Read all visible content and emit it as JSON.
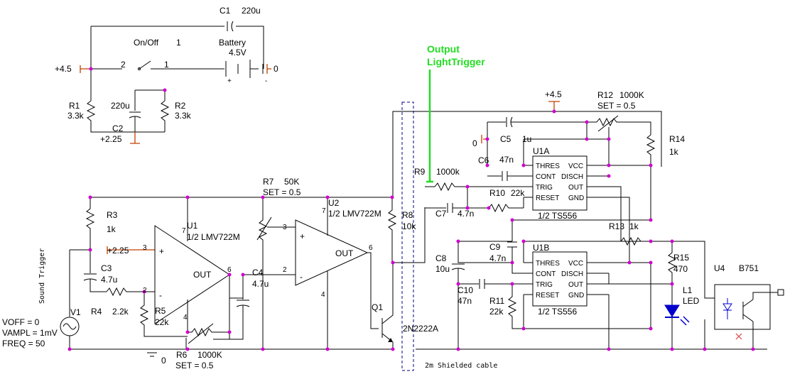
{
  "components": {
    "c1": {
      "ref": "C1",
      "value": "220u"
    },
    "onoff": {
      "ref": "On/Off",
      "value": "1",
      "pin2": "2",
      "pin1": "1"
    },
    "battery": {
      "ref": "Battery",
      "value": "4.5V",
      "plus": "+",
      "minus": "-"
    },
    "supply_top": "+4.5",
    "gnd_top": "0",
    "r1": {
      "ref": "R1",
      "value": "3.3k"
    },
    "r2": {
      "ref": "R2",
      "value": "3.3k"
    },
    "c2": {
      "ref": "C2",
      "value": "220u"
    },
    "half_supply_top": "+2.25",
    "output_label": [
      "Output",
      "LightTrigger"
    ],
    "r3": {
      "ref": "R3",
      "value": "1k"
    },
    "half_supply_u1": "+2.25",
    "c3": {
      "ref": "C3",
      "value": "4.7u"
    },
    "r4": {
      "ref": "R4",
      "value": "2.2k"
    },
    "r5": {
      "ref": "R5",
      "value": "22k"
    },
    "r6": {
      "ref": "R6",
      "value": "1000K",
      "set": "SET = 0.5"
    },
    "gnd_bottom": "0",
    "u1": {
      "ref": "U1",
      "part": "1/2 LMV722M",
      "out": "OUT",
      "pins": [
        "3",
        "2",
        "6",
        "4",
        "7"
      ]
    },
    "c4": {
      "ref": "C4",
      "value": "4.7u"
    },
    "r7": {
      "ref": "R7",
      "value": "50K",
      "set": "SET = 0.5"
    },
    "u2": {
      "ref": "U2",
      "part": "1/2 LMV722M",
      "out": "OUT",
      "pins": [
        "3",
        "2",
        "6",
        "4",
        "7"
      ]
    },
    "r8": {
      "ref": "R8",
      "value": "10k"
    },
    "q1": {
      "ref": "Q1",
      "part": "2N2222A"
    },
    "v1": {
      "ref": "V1",
      "params": [
        "VOFF = 0",
        "VAMPL = 1mV",
        "FREQ = 50"
      ],
      "side": "Sound Trigger"
    },
    "cable": "2m Shielded cable",
    "r9": {
      "ref": "R9",
      "value": "1000k"
    },
    "c7": {
      "ref": "C7",
      "value": "4.7n"
    },
    "r10": {
      "ref": "R10",
      "value": "22k"
    },
    "supply_u1a": "+4.5",
    "r12": {
      "ref": "R12",
      "value": "1000K",
      "set": "SET = 0.5"
    },
    "c5": {
      "ref": "C5",
      "value": "1u"
    },
    "c6": {
      "ref": "C6",
      "value": "47n"
    },
    "gnd_u1a": "0",
    "r14": {
      "ref": "R14",
      "value": "1k"
    },
    "u1a": {
      "ref": "U1A",
      "part": "1/2 TS556",
      "pins": [
        "THRES",
        "VCC",
        "CONT",
        "DISCH",
        "TRIG",
        "OUT",
        "RESET",
        "GND"
      ]
    },
    "r13": {
      "ref": "R13",
      "value": "1k"
    },
    "c8": {
      "ref": "C8",
      "value": "10u"
    },
    "c9": {
      "ref": "C9",
      "value": "4.7n"
    },
    "c10": {
      "ref": "C10",
      "value": "47n"
    },
    "r11": {
      "ref": "R11",
      "value": "22k"
    },
    "u1b": {
      "ref": "U1B",
      "part": "1/2 TS556",
      "pins": [
        "THRES",
        "VCC",
        "CONT",
        "DISCH",
        "TRIG",
        "OUT",
        "RESET",
        "GND"
      ]
    },
    "r15": {
      "ref": "R15",
      "value": "470"
    },
    "l1": {
      "ref": "L1",
      "value": "LED"
    },
    "u4": {
      "ref": "U4",
      "part": "B751"
    }
  }
}
